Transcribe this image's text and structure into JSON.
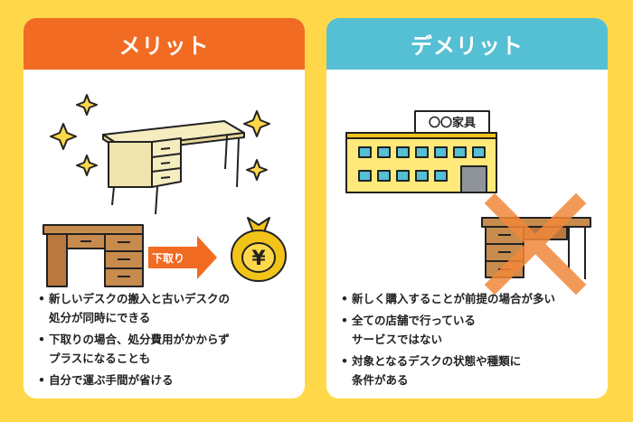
{
  "colors": {
    "background": "#FFD84A",
    "merit_header": "#F26B22",
    "demerit_header": "#55BFD4",
    "desk_new": "#F5EDC0",
    "desk_old": "#C88B4E",
    "cross": "#F2883A"
  },
  "merit": {
    "title": "メリット",
    "arrow_label": "下取り",
    "money_symbol": "¥",
    "bullets": [
      {
        "lines": [
          "新しいデスクの搬入と古いデスクの",
          "処分が同時にできる"
        ]
      },
      {
        "lines": [
          "下取りの場合、処分費用がかからず",
          "プラスになることも"
        ]
      },
      {
        "lines": [
          "自分で運ぶ手間が省ける"
        ]
      }
    ]
  },
  "demerit": {
    "title": "デメリット",
    "store_sign": "〇〇家具",
    "bullets": [
      {
        "lines": [
          "新しく購入することが前提の場合が多い"
        ]
      },
      {
        "lines": [
          "全ての店舗で行っている",
          "サービスではない"
        ]
      },
      {
        "lines": [
          "対象となるデスクの状態や種類に",
          "条件がある"
        ]
      }
    ]
  }
}
